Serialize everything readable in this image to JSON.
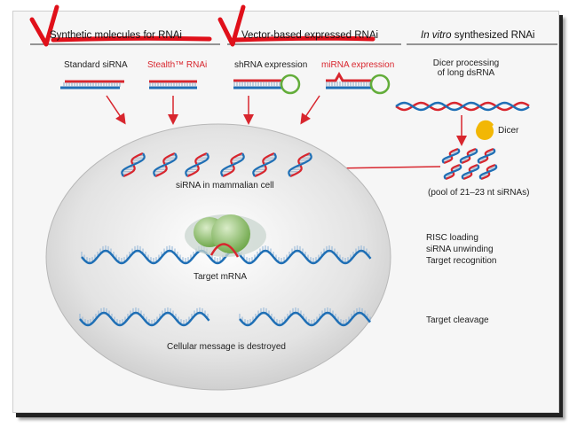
{
  "headers": {
    "synthetic": "Synthetic molecules for RNAi",
    "vector": "Vector-based expressed RNAi",
    "invitro_italic": "In vitro",
    "invitro_rest": " synthesized RNAi"
  },
  "sources": {
    "standard_sirna": "Standard siRNA",
    "stealth": "Stealth™ RNAi",
    "shrna": "shRNA expression",
    "mirna": "miRNA expression",
    "dicer_line1": "Dicer processing",
    "dicer_line2": "of long dsRNA"
  },
  "dicer_label": "Dicer",
  "pool_label": "(pool of 21–23 nt siRNAs)",
  "cell": {
    "sirna_label": "siRNA in mammalian cell",
    "target_mrna": "Target mRNA",
    "destroyed": "Cellular message is destroyed"
  },
  "steps": {
    "risc_1": "RISC loading",
    "risc_2": "siRNA unwinding",
    "risc_3": "Target recognition",
    "cleavage": "Target cleavage"
  },
  "colors": {
    "red_strand": "#d8262e",
    "blue_strand": "#1f6fb5",
    "loop_green": "#63ad3a",
    "dicer_yellow": "#f2b705",
    "annotation_red": "#e0101a",
    "ribosome_green": "#7fb85a"
  }
}
